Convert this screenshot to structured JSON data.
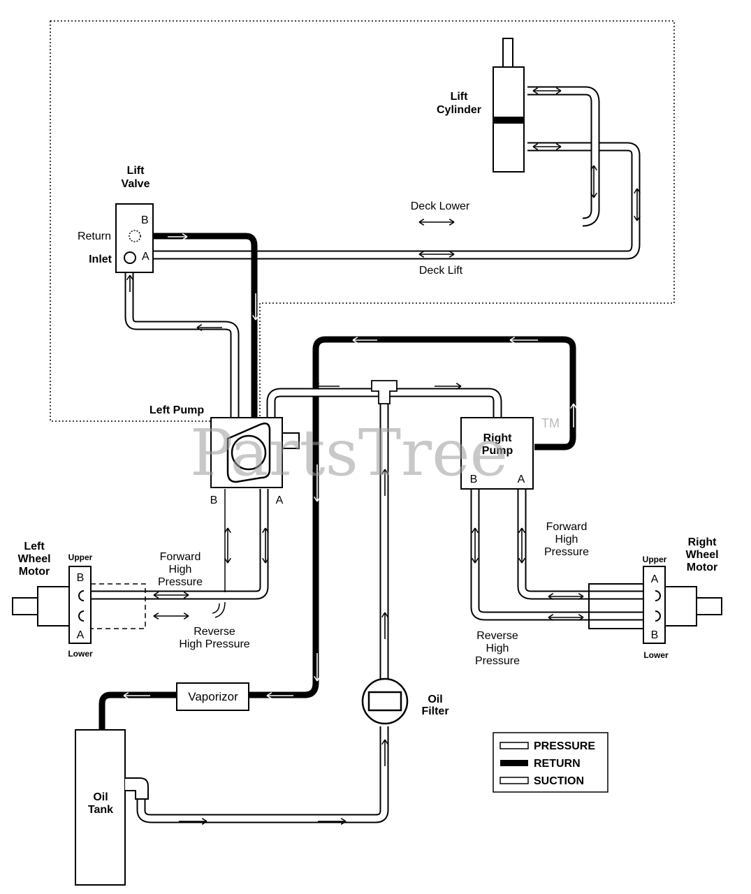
{
  "labels": {
    "lift_cylinder": [
      "Lift",
      "Cylinder"
    ],
    "lift_valve": [
      "Lift",
      "Valve"
    ],
    "port_b": "B",
    "port_a": "A",
    "return": "Return",
    "inlet": "Inlet",
    "deck_lower": "Deck Lower",
    "deck_lift": "Deck Lift",
    "left_pump": "Left Pump",
    "right_pump": [
      "Right",
      "Pump"
    ],
    "left_wheel_motor": [
      "Left",
      "Wheel",
      "Motor"
    ],
    "right_wheel_motor": [
      "Right",
      "Wheel",
      "Motor"
    ],
    "upper": "Upper",
    "lower": "Lower",
    "forward_high_pressure": [
      "Forward",
      "High",
      "Pressure"
    ],
    "reverse_high_pressure": [
      "Reverse",
      "High Pressure"
    ],
    "reverse_high_pressure_right": [
      "Reverse",
      "High",
      "Pressure"
    ],
    "vaporizor": "Vaporizor",
    "oil_filter": [
      "Oil",
      "Filter"
    ],
    "oil_tank": [
      "Oil",
      "Tank"
    ]
  },
  "legend": {
    "items": [
      {
        "label": "PRESSURE",
        "style": "hollow"
      },
      {
        "label": "RETURN",
        "style": "solid"
      },
      {
        "label": "SUCTION",
        "style": "hollow"
      }
    ]
  },
  "watermark": {
    "text": "PartsTree",
    "tm": "TM"
  },
  "colors": {
    "line": "#000000",
    "background": "#ffffff",
    "watermark": "#9c9c9c"
  }
}
